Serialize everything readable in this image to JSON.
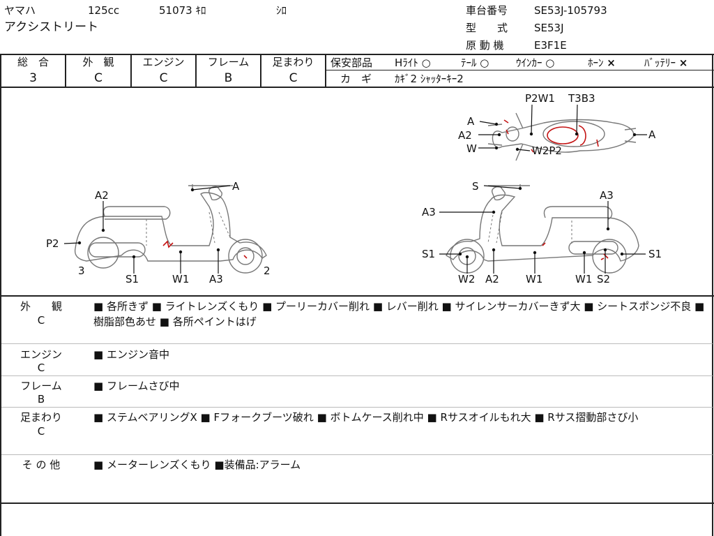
{
  "header": {
    "maker": "ヤマハ",
    "displacement": "125cc",
    "mileage": "51073 ｷﾛ",
    "color": "ｼﾛ",
    "model_name": "アクシストリート",
    "frame_no_label": "車台番号",
    "frame_no": "SE53J-105793",
    "type_label": "型　　式",
    "type": "SE53J",
    "engine_label": "原 動 機",
    "engine": "E3F1E"
  },
  "grades": {
    "headers": [
      "総　合",
      "外　観",
      "エンジン",
      "フレーム",
      "足まわり"
    ],
    "values": [
      "3",
      "C",
      "C",
      "B",
      "C"
    ]
  },
  "safety": {
    "label": "保安部品",
    "items": [
      {
        "name": "Hﾗｲﾄ",
        "status": "○"
      },
      {
        "name": "ﾃｰﾙ",
        "status": "○"
      },
      {
        "name": "ｳｲﾝｶｰ",
        "status": "○"
      },
      {
        "name": "ﾎｰﾝ",
        "status": "×"
      },
      {
        "name": "ﾊﾞｯﾃﾘｰ",
        "status": "×"
      }
    ],
    "key_label": "カ　ギ",
    "key_value": "ｶｷﾞ2  ｼｬｯﾀｰｷｰ2"
  },
  "diagram": {
    "top": {
      "p2w1": "P2W1",
      "t3b3": "T3B3",
      "a_front_top": "A",
      "a2_front": "A2",
      "w_front": "W",
      "w2p2": "W2P2",
      "a_rear": "A"
    },
    "left": {
      "a": "A",
      "a2": "A2",
      "p2": "P2",
      "num3": "3",
      "s1": "S1",
      "w1": "W1",
      "a3": "A3",
      "num2": "2"
    },
    "right": {
      "s": "S",
      "a3_front": "A3",
      "a3_rear": "A3",
      "s1_front": "S1",
      "w2": "W2",
      "a2": "A2",
      "w1a": "W1",
      "w1b": "W1",
      "s2": "S2",
      "s1_rear": "S1"
    }
  },
  "sections": [
    {
      "title": "外　　観",
      "grade": "C",
      "body": "■ 各所きず ■ ライトレンズくもり ■ プーリーカバー削れ ■ レバー削れ ■ サイレンサーカバーきず大 ■ シートスポンジ不良 ■ 樹脂部色あせ ■ 各所ペイントはげ"
    },
    {
      "title": "エンジン",
      "grade": "C",
      "body": "■ エンジン音中"
    },
    {
      "title": "フレーム",
      "grade": "B",
      "body": "■ フレームさび中"
    },
    {
      "title": "足まわり",
      "grade": "C",
      "body": "■ ステムベアリングX ■ Fフォークブーツ破れ ■ ボトムケース削れ中 ■ Rサスオイルもれ大 ■ Rサス摺動部さび小"
    },
    {
      "title": "そ の 他",
      "grade": "",
      "body": "■ メーターレンズくもり ■装備品:アラーム"
    }
  ]
}
